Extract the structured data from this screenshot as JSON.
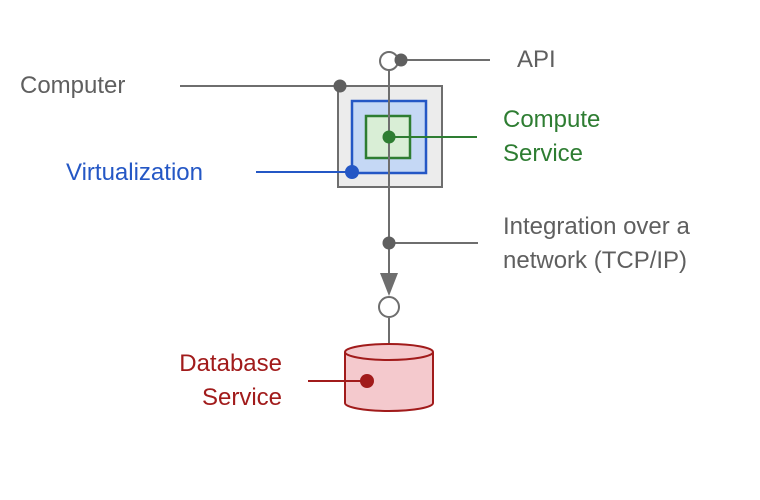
{
  "labels": {
    "api": "API",
    "computer": "Computer",
    "compute_service": [
      "Compute",
      "Service"
    ],
    "virtualization": "Virtualization",
    "integration": [
      "Integration over a",
      "network (TCP/IP)"
    ],
    "database_service": [
      "Database",
      "Service"
    ]
  },
  "colors": {
    "grey": "#5f5f5f",
    "blue": "#2457c5",
    "green": "#2e7d32",
    "red": "#a11b1b"
  }
}
